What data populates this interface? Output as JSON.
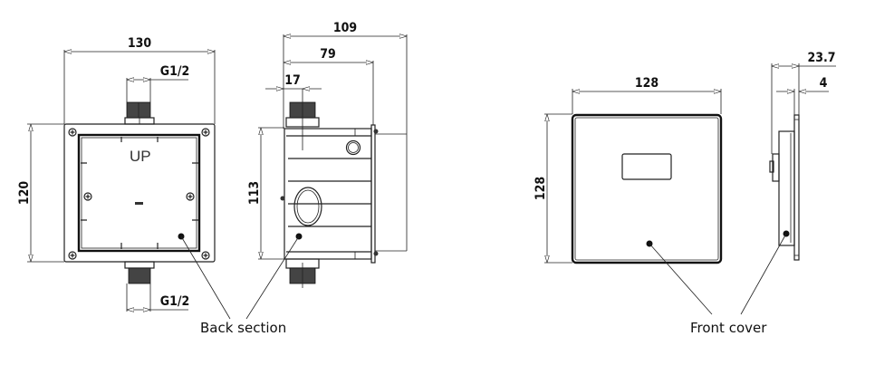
{
  "back_front_view": {
    "width_dim": "130",
    "height_dim": "120",
    "top_thread_dim": "G1/2",
    "bottom_thread_dim": "G1/2",
    "orientation_mark": "UP"
  },
  "back_side_view": {
    "total_depth_dim": "109",
    "body_depth_dim": "79",
    "fitting_offset_dim": "17",
    "height_dim": "113"
  },
  "back_label": "Back section",
  "cover_front_view": {
    "width_dim": "128",
    "height_dim": "128"
  },
  "cover_side_view": {
    "total_depth_dim": "23.7",
    "plate_thickness_dim": "4"
  },
  "cover_label": "Front cover"
}
